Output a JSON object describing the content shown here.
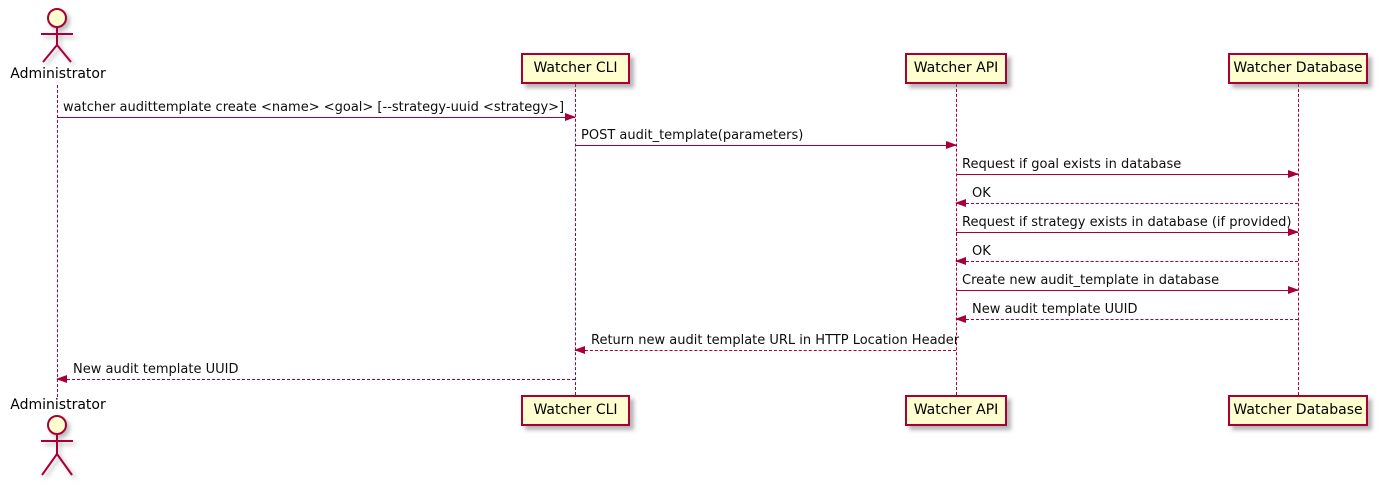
{
  "diagram": {
    "type": "sequence-diagram",
    "actor": {
      "name": "Administrator"
    },
    "participants": [
      {
        "name": "Watcher CLI"
      },
      {
        "name": "Watcher API"
      },
      {
        "name": "Watcher Database"
      }
    ],
    "messages": [
      {
        "label": "watcher audittemplate create <name> <goal> [--strategy-uuid <strategy>]",
        "from": "Administrator",
        "to": "Watcher CLI",
        "style": "solid"
      },
      {
        "label": "POST audit_template(parameters)",
        "from": "Watcher CLI",
        "to": "Watcher API",
        "style": "solid"
      },
      {
        "label": "Request if goal exists in database",
        "from": "Watcher API",
        "to": "Watcher Database",
        "style": "solid"
      },
      {
        "label": "OK",
        "from": "Watcher Database",
        "to": "Watcher API",
        "style": "dashed"
      },
      {
        "label": "Request if strategy exists in database (if provided)",
        "from": "Watcher API",
        "to": "Watcher Database",
        "style": "solid"
      },
      {
        "label": "OK",
        "from": "Watcher Database",
        "to": "Watcher API",
        "style": "dashed"
      },
      {
        "label": "Create new audit_template in database",
        "from": "Watcher API",
        "to": "Watcher Database",
        "style": "solid"
      },
      {
        "label": "New audit template UUID",
        "from": "Watcher Database",
        "to": "Watcher API",
        "style": "dashed"
      },
      {
        "label": "Return new audit template URL in HTTP Location Header",
        "from": "Watcher API",
        "to": "Watcher CLI",
        "style": "dashed"
      },
      {
        "label": "New audit template UUID",
        "from": "Watcher CLI",
        "to": "Administrator",
        "style": "dashed"
      }
    ],
    "colors": {
      "participant_fill": "#FEFECE",
      "border": "#A80036",
      "arrow": "#A80036",
      "text": "#000000"
    }
  }
}
